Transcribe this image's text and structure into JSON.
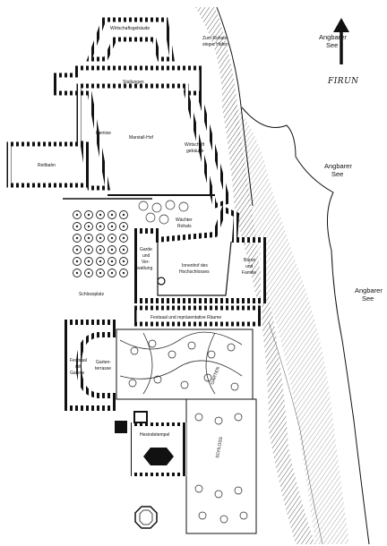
{
  "north": {
    "label": "FIRUN",
    "icon": "north-arrow-icon"
  },
  "lake_labels": [
    {
      "line1": "Angbarer",
      "line2": "See"
    },
    {
      "line1": "Angbarer",
      "line2": "See"
    },
    {
      "line1": "Angbarer",
      "line2": "See"
    }
  ],
  "harbor_label": {
    "line1": "Zum Rohals-",
    "line2": "steger Hafen"
  },
  "buildings": {
    "wirtschaftsgebaeude_top": "Wirtschaftsgebäude",
    "stallungen": "Stallungen",
    "remise": "Remise",
    "marstall_hof": "Marstall-Hof",
    "wirtschaft_gebaeude_side": {
      "line1": "Wirtschaft",
      "line2": "gebäude"
    },
    "reitbahn": "Reitbahn",
    "waechter": {
      "line1": "Wächter",
      "line2": "Rohals"
    },
    "garde": {
      "line1": "Garde",
      "line2": "und",
      "line3": "Ver-",
      "line4": "waltung"
    },
    "innenhof": {
      "line1": "Innenhof des",
      "line2": "Hochschlosses"
    },
    "baron": {
      "line1": "Baron",
      "line2": "und",
      "line3": "Familie"
    },
    "schlossplatz": "Schlossplatz",
    "festsaal": "Festsaal und repräsentative Räume",
    "gartenterrasse": {
      "line1": "Garten-",
      "line2": "terrasse"
    },
    "galerie": {
      "line1": "Festsaal",
      "line2": "mit",
      "line3": "Galerie"
    },
    "hesindetempel": "Hesindetempel",
    "gaertner": "GÄRTEN",
    "schloss_garten": "SCHLOSS"
  },
  "colors": {
    "ink": "#111111",
    "paper": "#ffffff",
    "tree": "#222222"
  }
}
